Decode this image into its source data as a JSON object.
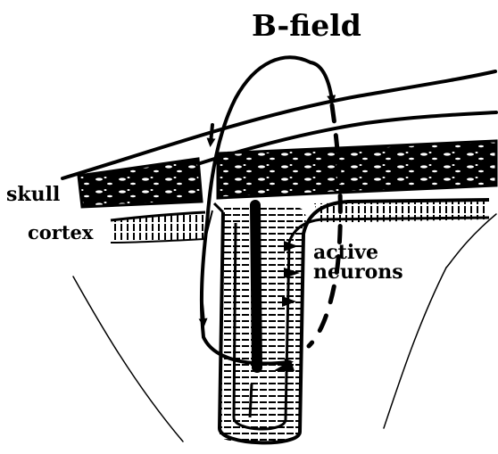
{
  "title": "B-field",
  "labels": {
    "skull": "skull",
    "cortex": "cortex",
    "active_neurons": [
      "active",
      "neurons"
    ]
  }
}
